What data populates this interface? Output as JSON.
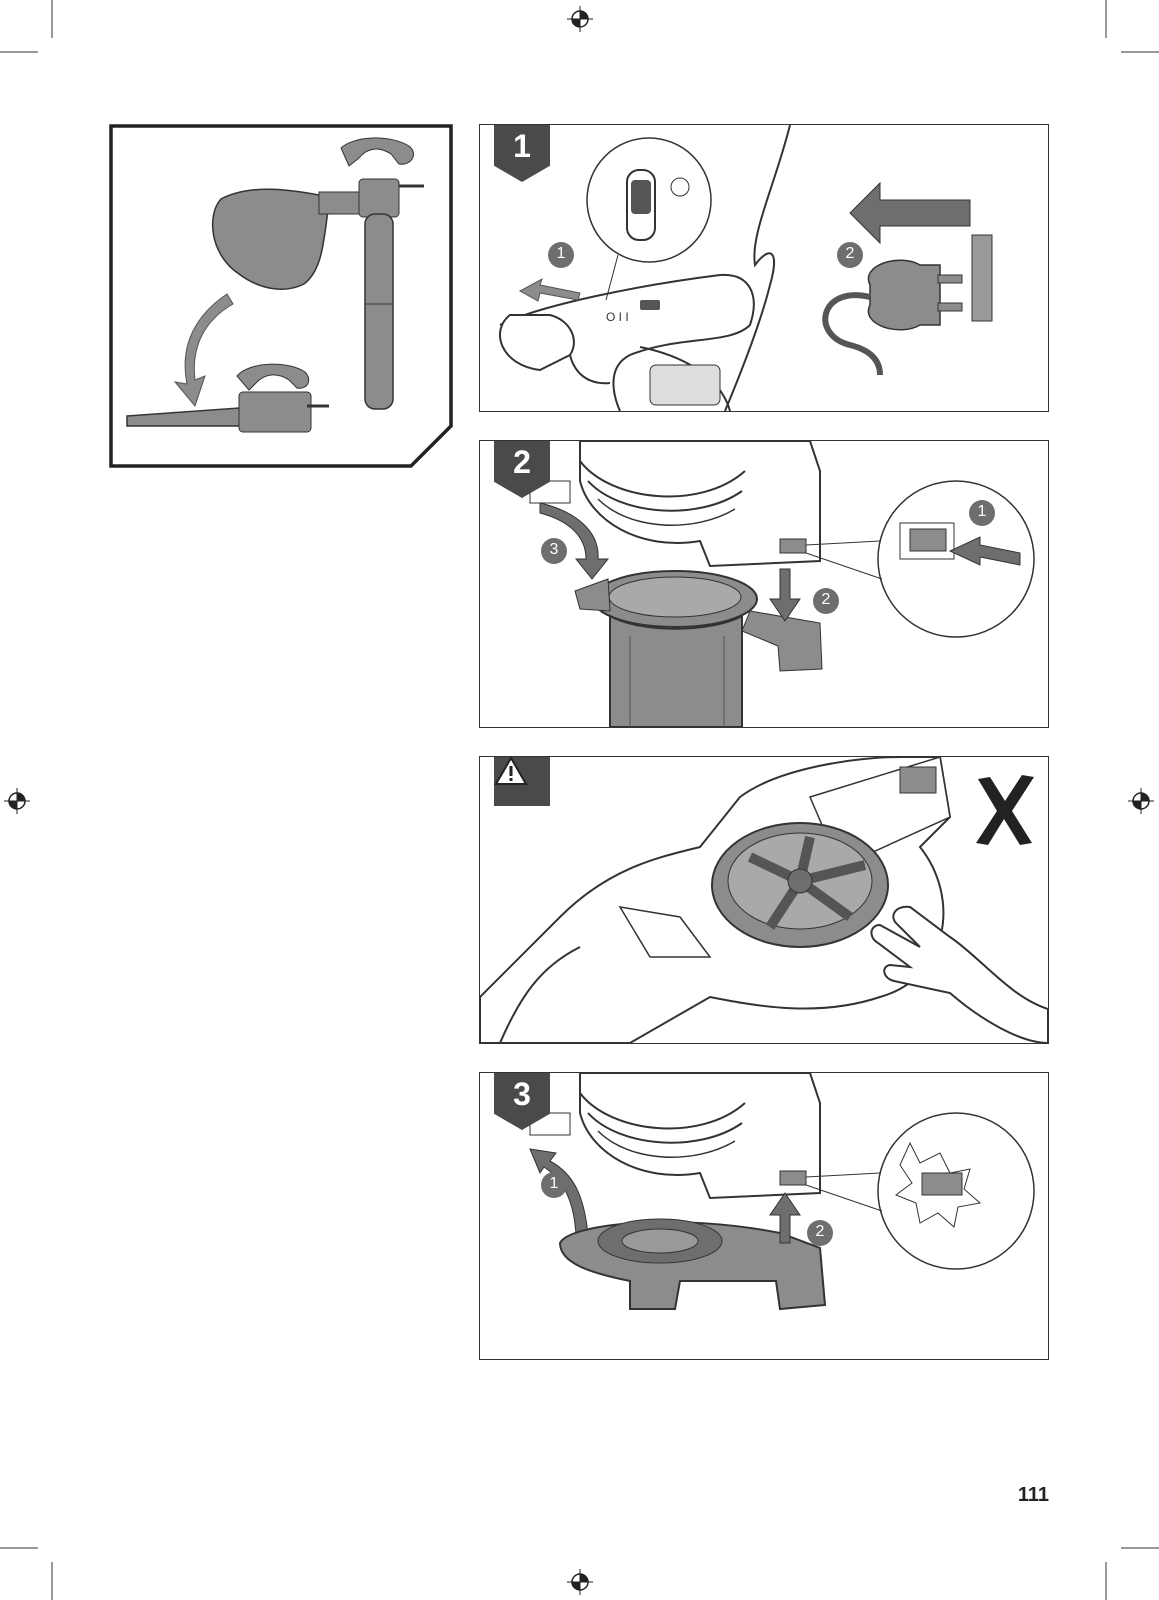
{
  "page": {
    "number": "111"
  },
  "overview_panel": {
    "icons": [
      "leaf-vacuum-icon",
      "rotate-arrow-icon",
      "leaf-blower-icon"
    ]
  },
  "steps": [
    {
      "badge": "1",
      "callouts": [
        "1",
        "2"
      ],
      "icons": [
        "power-switch-icon",
        "unplug-arrow-icon",
        "power-plug-icon"
      ]
    },
    {
      "badge": "2",
      "callouts": [
        "1",
        "2",
        "3"
      ],
      "icons": [
        "latch-release-icon",
        "collection-adapter-icon"
      ]
    },
    {
      "badge": "",
      "callouts": [],
      "icons": [
        "warning-triangle-icon",
        "impeller-icon",
        "hand-icon",
        "prohibited-x-icon"
      ]
    },
    {
      "badge": "3",
      "callouts": [
        "1",
        "2"
      ],
      "icons": [
        "latch-snap-icon",
        "intake-cover-icon"
      ]
    }
  ],
  "colors": {
    "badge_bg": "#4a4a4a",
    "part_gray": "#8c8c8c",
    "line": "#333333"
  }
}
